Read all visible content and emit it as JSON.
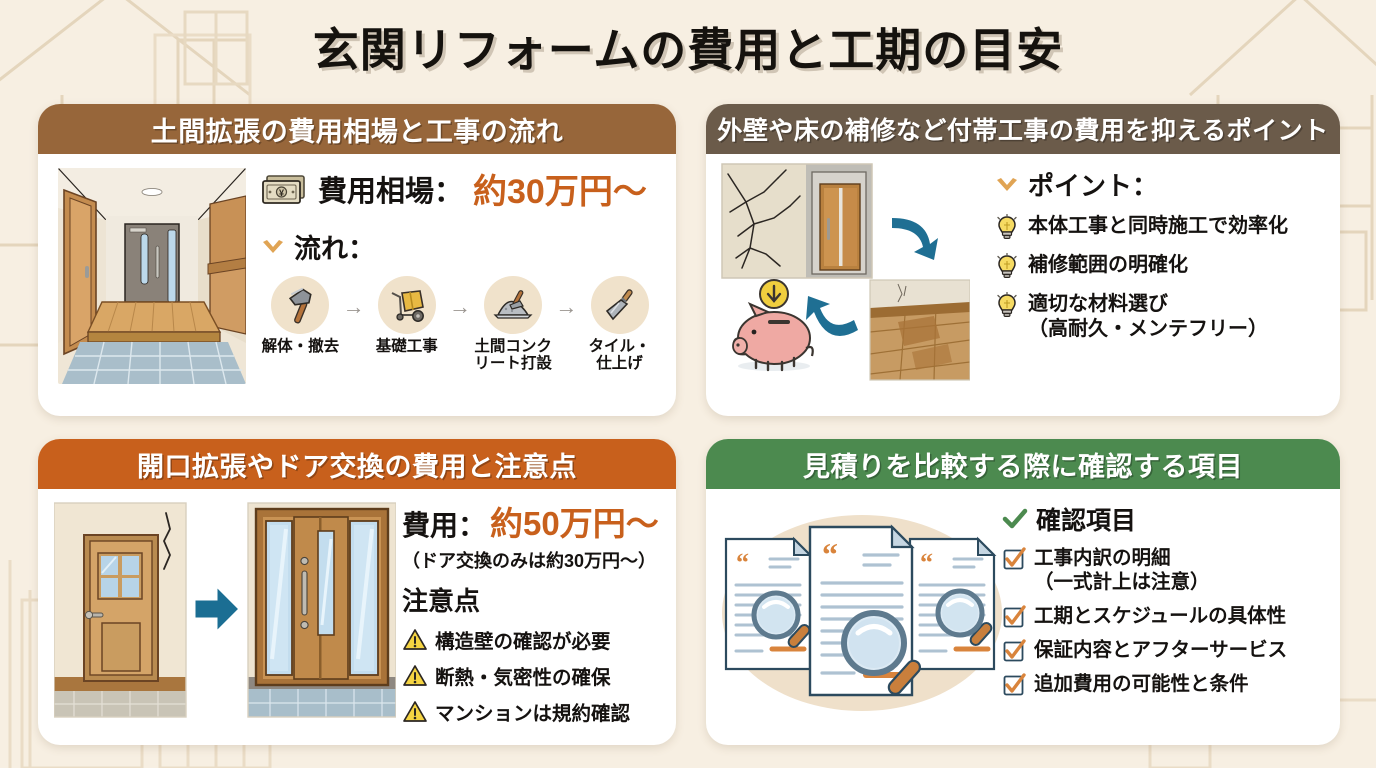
{
  "title": "玄関リフォームの費用と工期の目安",
  "theme": {
    "page_bg": "#F7EFE2",
    "card_bg": "#FFFFFF",
    "accent_orange": "#C8601C",
    "header_brown": "#97663A",
    "header_dark_brown": "#6B5B4A",
    "header_orange": "#C8601C",
    "header_green": "#4C8A4F",
    "arrow_blue": "#1F6F93",
    "text_dark": "#151210"
  },
  "cards": {
    "top_left": {
      "header": "土間拡張の費用相場と工事の流れ",
      "illustration": "entrance-hallway-illustration",
      "cost_icon": "banknote-icon",
      "cost_label": "費用相場：",
      "cost_value": "約30万円〜",
      "flow_bullet_icon": "chevron-down-icon",
      "flow_label": "流れ：",
      "flow_steps": [
        {
          "icon": "hammer-icon",
          "label": "解体・撤去"
        },
        {
          "icon": "concrete-mixer-icon",
          "label": "基礎工事"
        },
        {
          "icon": "concrete-pour-icon",
          "label": "土間コンク\nリート打設"
        },
        {
          "icon": "trowel-icon",
          "label": "タイル・\n仕上げ"
        }
      ],
      "step_arrow": "→"
    },
    "top_right": {
      "header": "外壁や床の補修など付帯工事の費用を抑えるポイント",
      "illustration": "cracked-wall-damaged-floor-piggybank-illustration",
      "point_bullet_icon": "chevron-down-icon",
      "point_label": "ポイント：",
      "items": [
        {
          "icon": "lightbulb-icon",
          "text": "本体工事と同時施工で効率化"
        },
        {
          "icon": "lightbulb-icon",
          "text": "補修範囲の明確化"
        },
        {
          "icon": "lightbulb-icon",
          "text": "適切な材料選び\n（高耐久・メンテフリー）"
        }
      ]
    },
    "bottom_left": {
      "header": "開口拡張やドア交換の費用と注意点",
      "illustration": "door-before-after-illustration",
      "cost_label": "費用：",
      "cost_value": "約50万円〜",
      "cost_sub": "（ドア交換のみは約30万円〜）",
      "notes_heading": "注意点",
      "notes": [
        {
          "icon": "warning-triangle-icon",
          "text": "構造壁の確認が必要"
        },
        {
          "icon": "warning-triangle-icon",
          "text": "断熱・気密性の確保"
        },
        {
          "icon": "warning-triangle-icon",
          "text": "マンションは規約確認"
        }
      ]
    },
    "bottom_right": {
      "header": "見積りを比較する際に確認する項目",
      "illustration": "quote-documents-magnifier-illustration",
      "check_head_icon": "check-icon",
      "check_heading": "確認項目",
      "items": [
        {
          "icon": "checkbox-checked-icon",
          "text": "工事内訳の明細\n（一式計上は注意）"
        },
        {
          "icon": "checkbox-checked-icon",
          "text": "工期とスケジュールの具体性"
        },
        {
          "icon": "checkbox-checked-icon",
          "text": "保証内容とアフターサービス"
        },
        {
          "icon": "checkbox-checked-icon",
          "text": "追加費用の可能性と条件"
        }
      ]
    }
  }
}
